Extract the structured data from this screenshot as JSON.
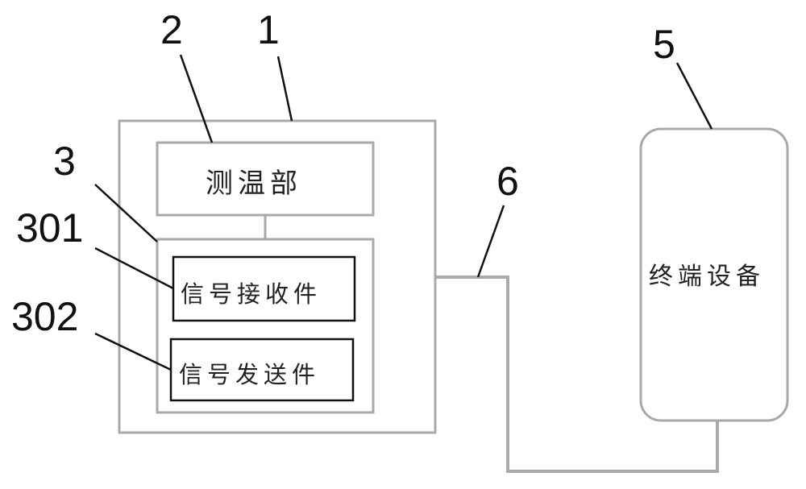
{
  "labels": {
    "n1": "1",
    "n2": "2",
    "n3": "3",
    "n301": "301",
    "n302": "302",
    "n5": "5",
    "n6": "6"
  },
  "boxes": {
    "temp_unit": "测温部",
    "signal_receiver": "信号接收件",
    "signal_sender": "信号发送件",
    "terminal": "终端设备"
  },
  "colors": {
    "outline": "#a9a9a9",
    "inner_outline": "#111111",
    "leader": "#111111"
  }
}
